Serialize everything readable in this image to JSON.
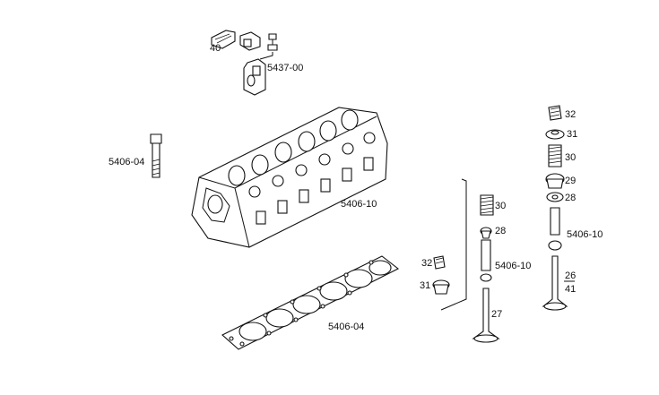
{
  "labels": {
    "rocker_bracket": "40",
    "rocker_group": "5437-00",
    "head_bolt": "5406-04",
    "cylinder_head": "5406-10",
    "head_gasket": "5406-04",
    "lh_cap": "32",
    "lh_seal": "31",
    "lh_spring": "30",
    "lh_seat": "28",
    "lh_guide": "5406-10",
    "lh_valve": "27",
    "rh_cap": "32",
    "rh_retainer": "31",
    "rh_spring": "30",
    "rh_seat": "29",
    "rh_washer": "28",
    "rh_guide": "5406-10",
    "rh_valve_top": "26",
    "rh_valve_bottom": "41"
  }
}
